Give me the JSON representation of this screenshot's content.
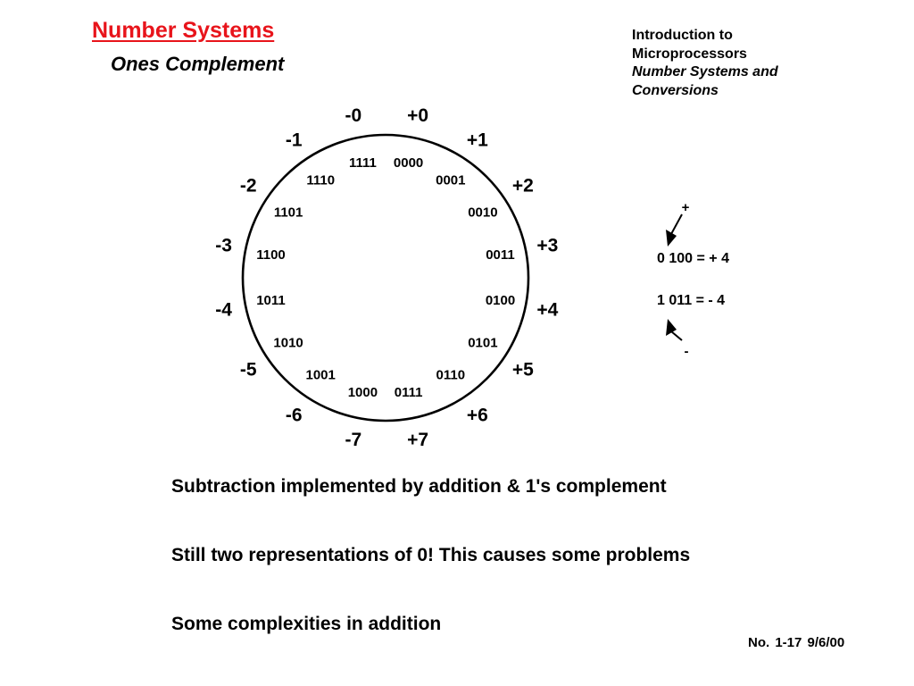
{
  "header": {
    "title": "Number Systems",
    "subtitle": "Ones Complement"
  },
  "course": {
    "line1": "Introduction to",
    "line2": "Microprocessors",
    "line3": "Number Systems and",
    "line4": "Conversions"
  },
  "wheel": {
    "codes": [
      "0000",
      "0001",
      "0010",
      "0011",
      "0100",
      "0101",
      "0110",
      "0111",
      "1000",
      "1001",
      "1010",
      "1011",
      "1100",
      "1101",
      "1110",
      "1111"
    ],
    "values": [
      "+0",
      "+1",
      "+2",
      "+3",
      "+4",
      "+5",
      "+6",
      "+7",
      "-7",
      "-6",
      "-5",
      "-4",
      "-3",
      "-2",
      "-1",
      "-0"
    ]
  },
  "example": {
    "plus_sign": "+",
    "line1": "0 100 = + 4",
    "line2": "1 011 = - 4",
    "minus_sign": "-"
  },
  "bullets": [
    "Subtraction implemented by addition & 1's complement",
    "Still two representations of 0!  This causes some problems",
    "Some complexities in addition"
  ],
  "footer": "No. 1-17   9/6/00",
  "colors": {
    "title": "#e8141b",
    "text": "#000000",
    "background": "#ffffff"
  }
}
